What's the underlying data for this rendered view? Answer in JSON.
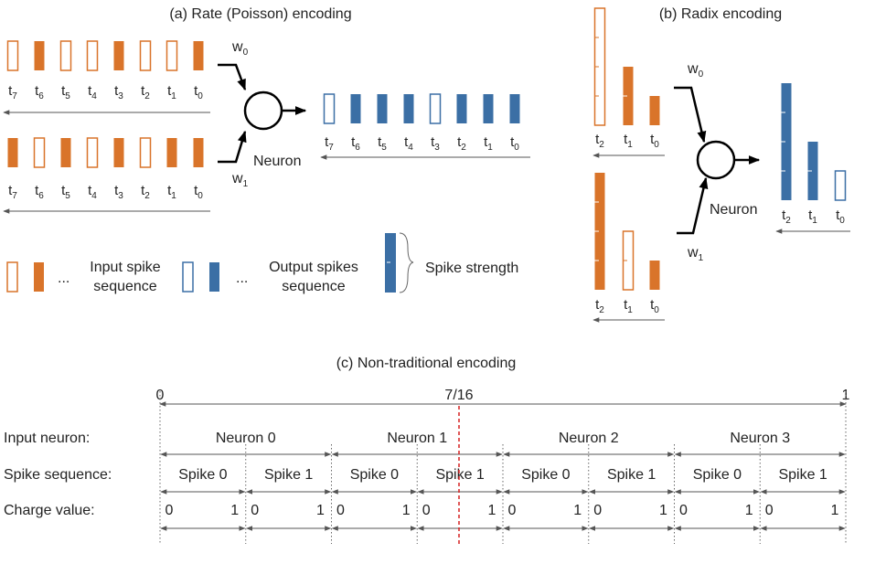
{
  "colors": {
    "input_spike": "#d9742a",
    "output_spike": "#3b6fa5",
    "output_spike_dark": "#2b5c8e",
    "divider": "#d62020",
    "line": "#555555"
  },
  "rate": {
    "title": "(a) Rate (Poisson) encoding",
    "w0": "w",
    "w0_sub": "0",
    "w1": "w",
    "w1_sub": "1",
    "neuron": "Neuron",
    "time_base": "t",
    "time_subs": [
      "7",
      "6",
      "5",
      "4",
      "3",
      "2",
      "1",
      "0"
    ],
    "seq0": [
      0,
      1,
      0,
      0,
      1,
      0,
      0,
      1
    ],
    "seq1": [
      1,
      0,
      1,
      0,
      1,
      0,
      1,
      1
    ],
    "output": [
      0,
      1,
      1,
      1,
      0,
      1,
      1,
      1
    ]
  },
  "legend": {
    "ellipsis": "...",
    "input_line1": "Input spike",
    "input_line2": "sequence",
    "output_line1": "Output spikes",
    "output_line2": "sequence",
    "strength": "Spike strength"
  },
  "radix": {
    "title": "(b) Radix encoding",
    "w0": "w",
    "w0_sub": "0",
    "w1": "w",
    "w1_sub": "1",
    "neuron": "Neuron",
    "time_base": "t",
    "time_subs": [
      "2",
      "1",
      "0"
    ],
    "input0": [
      {
        "levels": 4,
        "filled": false
      },
      {
        "levels": 2,
        "filled": true
      },
      {
        "levels": 1,
        "filled": true
      }
    ],
    "input1": [
      {
        "levels": 4,
        "filled": true
      },
      {
        "levels": 2,
        "filled": false
      },
      {
        "levels": 1,
        "filled": true
      }
    ],
    "output": [
      {
        "levels": 4,
        "filled": true
      },
      {
        "levels": 2,
        "filled": true
      },
      {
        "levels": 1,
        "filled": false
      }
    ]
  },
  "nontrad": {
    "title": "(c) Non-traditional encoding",
    "axis_start": "0",
    "axis_mark": "7/16",
    "axis_end": "1",
    "row_labels": [
      "Input neuron:",
      "Spike sequence:",
      "Charge value:"
    ],
    "neurons": [
      "Neuron 0",
      "Neuron 1",
      "Neuron 2",
      "Neuron 3"
    ],
    "spikes": [
      "Spike 0",
      "Spike 1"
    ],
    "charge_low": "0",
    "charge_high": "1"
  }
}
